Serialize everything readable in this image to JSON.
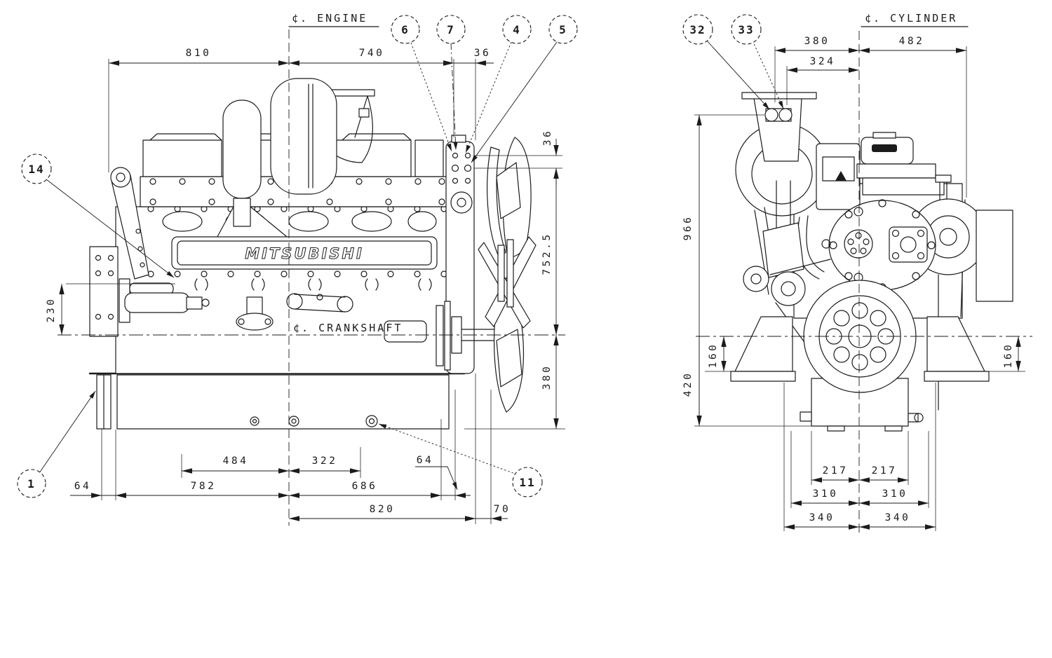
{
  "doc": {
    "kind": "engine-outline-drawing",
    "brand": "MITSUBISHI",
    "ink": "#1b1b1b",
    "paper": "#ffffff"
  },
  "side": {
    "labels": {
      "engine_cl": "¢. ENGINE",
      "crankshaft_cl": "¢. CRANKSHAFT"
    },
    "dims": {
      "top": [
        "810",
        "740",
        "36"
      ],
      "left": [
        "230"
      ],
      "right": [
        "36",
        "752.5",
        "380"
      ],
      "bottom_row1": [
        "484",
        "322",
        "64"
      ],
      "bottom_row2": [
        "64",
        "782",
        "686"
      ],
      "bottom_row3": [
        "820",
        "70"
      ]
    },
    "balloons": [
      "6",
      "7",
      "4",
      "5",
      "14",
      "1",
      "11"
    ]
  },
  "front": {
    "labels": {
      "cylinder_cl": "¢. CYLINDER"
    },
    "dims": {
      "top": [
        "380",
        "482",
        "324"
      ],
      "left": [
        "966",
        "160",
        "420"
      ],
      "right": [
        "160"
      ],
      "bottom_row1": [
        "217",
        "217"
      ],
      "bottom_row2": [
        "310",
        "310"
      ],
      "bottom_row3": [
        "340",
        "340"
      ]
    },
    "balloons": [
      "32",
      "33"
    ]
  }
}
